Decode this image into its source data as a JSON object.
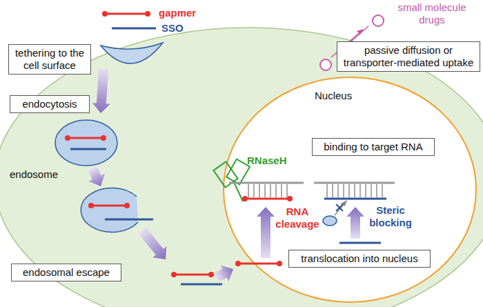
{
  "diagram": {
    "nodes": [
      {
        "text": [
          "tethering to the cell surface"
        ]
      },
      {
        "text": [
          "passive diffusion or transporter-mediated uptake"
        ]
      },
      {
        "text": [
          "endocytosis"
        ]
      },
      {
        "text": [
          "Nucleus"
        ]
      },
      {
        "text": [
          "binding to target RNA"
        ],
        "in": 3
      },
      {
        "text": [
          "endosomal escape"
        ]
      },
      {
        "text": [
          "translocation into nucleus"
        ]
      }
    ],
    "labels": [
      "gapmer",
      "SSO",
      "small molecule drugs",
      "endosome",
      "RNaseH",
      "RNA cleavage",
      "Steric blocking"
    ]
  }
}
